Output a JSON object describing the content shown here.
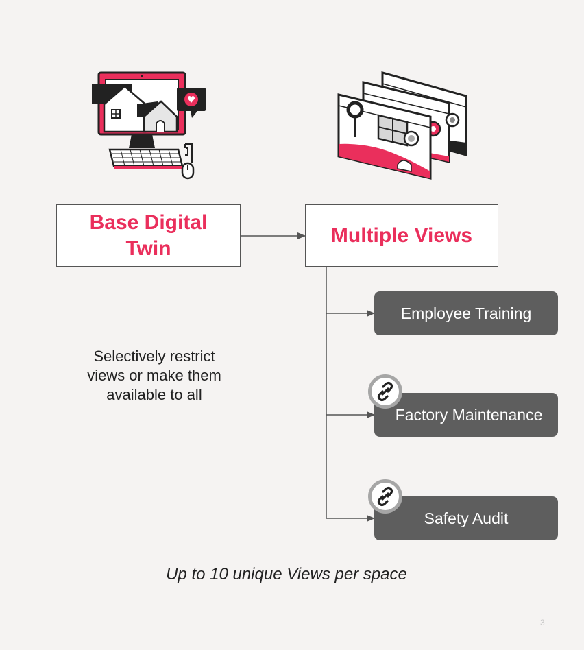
{
  "nodes": {
    "base": "Base Digital Twin",
    "multiple": "Multiple Views"
  },
  "views": [
    {
      "label": "Employee Training",
      "linked": false
    },
    {
      "label": "Factory Maintenance",
      "linked": true
    },
    {
      "label": "Safety Audit",
      "linked": true
    }
  ],
  "note": "Selectively restrict views or make them available to all",
  "footer": "Up to 10 unique Views per space",
  "page_number": "3",
  "icons": {
    "computer": "computer-house-icon",
    "views": "stacked-views-icon",
    "link": "link-icon"
  },
  "colors": {
    "accent": "#ea2f5c",
    "view_box": "#5e5e5e",
    "background": "#f5f3f2"
  }
}
